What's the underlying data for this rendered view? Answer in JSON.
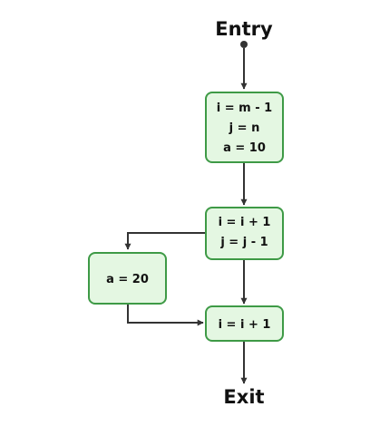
{
  "colors": {
    "block_fill": "#e4f7e2",
    "block_stroke": "#3e9a46",
    "edge": "#333333",
    "text": "#111111"
  },
  "entry": {
    "label": "Entry"
  },
  "exit": {
    "label": "Exit"
  },
  "blocks": [
    {
      "lines": [
        "i = m - 1",
        "j = n",
        "a = 10"
      ]
    },
    {
      "lines": [
        "i = i + 1",
        "j = j - 1"
      ]
    },
    {
      "lines": [
        "a = 20"
      ]
    },
    {
      "lines": [
        "i = i + 1"
      ]
    }
  ]
}
